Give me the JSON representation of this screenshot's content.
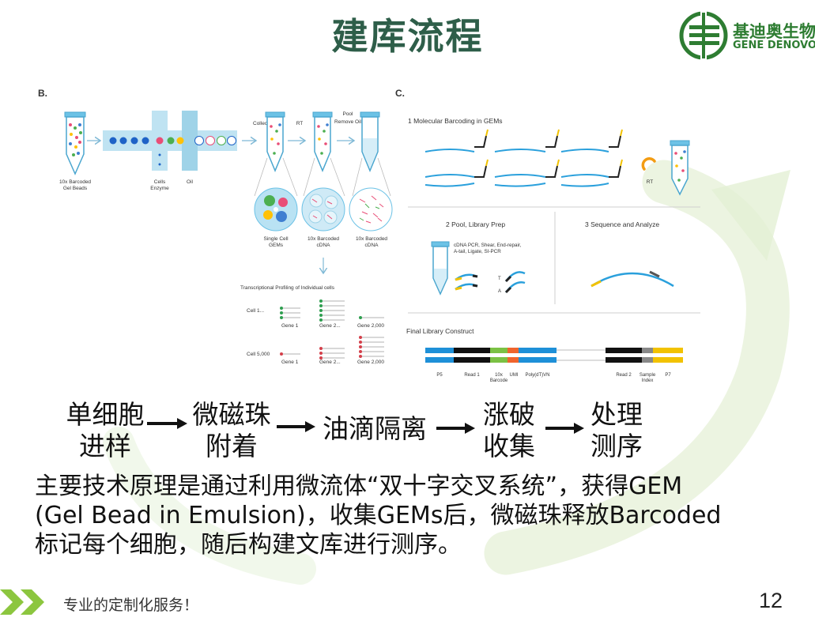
{
  "title": "建库流程",
  "logo": {
    "name_cn": "基迪奥生物",
    "name_en": "GENE DENOVO"
  },
  "panel_b": {
    "label": "B.",
    "gel_beads": [
      "10x Barcoded",
      "Gel Beads"
    ],
    "cells": [
      "Cells",
      "Enzyme"
    ],
    "oil": "Oil",
    "collect": "Collect",
    "rt": "RT",
    "pool": [
      "Pool",
      "Remove Oil"
    ],
    "single_cell": [
      "Single Cell",
      "GEMs"
    ],
    "barcoded_cdna": [
      "10x Barcoded",
      "cDNA"
    ],
    "barcoded_cdna2": [
      "10x Barcoded",
      "cDNA"
    ],
    "profiling": "Transcriptional Profiling of Individual cells",
    "cell1": "Cell 1...",
    "cell5000": "Cell 5,000",
    "gene1": "Gene 1",
    "gene2": "Gene 2...",
    "gene2000": "Gene 2,000"
  },
  "panel_c": {
    "label": "C.",
    "step1": "1  Molecular Barcoding in GEMs",
    "rt": "RT",
    "step2": "2  Pool, Library Prep",
    "prep_detail": [
      "cDNA PCR, Shear, End-repair,",
      "A-tail, Ligate, SI-PCR"
    ],
    "t": "T",
    "a": "A",
    "step3": "3  Sequence and Analyze",
    "final": "Final Library Construct",
    "p5": "P5",
    "read1": "Read 1",
    "barcode": [
      "10x",
      "Barcode"
    ],
    "umi": "UMI",
    "polydt": "Poly(dT)VN",
    "read2": "Read 2",
    "sample_index": [
      "Sample",
      "Index"
    ],
    "p7": "P7"
  },
  "flow_steps": [
    {
      "line1": "单细胞",
      "line2": "进样"
    },
    {
      "line1": "微磁珠",
      "line2": "附着"
    },
    {
      "line1": "油滴隔离",
      "line2": ""
    },
    {
      "line1": "涨破",
      "line2": "收集"
    },
    {
      "line1": "处理",
      "line2": "测序"
    }
  ],
  "description": [
    "主要技术原理是通过利用微流体“双十字交叉系统”，获得GEM",
    "(Gel Bead in Emulsion)，收集GEMs后，微磁珠释放Barcoded",
    "标记每个细胞，随后构建文库进行测序。"
  ],
  "footer": {
    "slogan": "专业的定制化服务！",
    "page": "12"
  },
  "colors": {
    "title": "#2e5e49",
    "brand_green": "#2e7d32",
    "watermark": "#e4f0d4",
    "channel": "#9fd3e8"
  }
}
